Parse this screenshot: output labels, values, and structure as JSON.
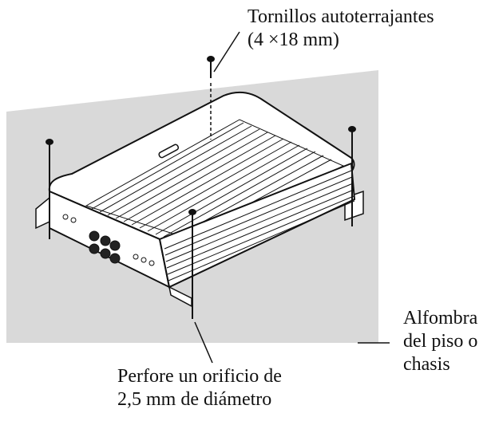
{
  "labels": {
    "screws": {
      "line1": "Tornillos autoterrajantes",
      "line2": "(4 ×18 mm)"
    },
    "carpet": {
      "line1": "Alfombra",
      "line2": "del piso o",
      "line3": "chasis"
    },
    "drill": {
      "line1": "Perfore un orificio de",
      "line2": "2,5 mm de diámetro"
    }
  },
  "colors": {
    "surface": "#d9d9d9",
    "line": "#111111",
    "body": "#ffffff"
  }
}
